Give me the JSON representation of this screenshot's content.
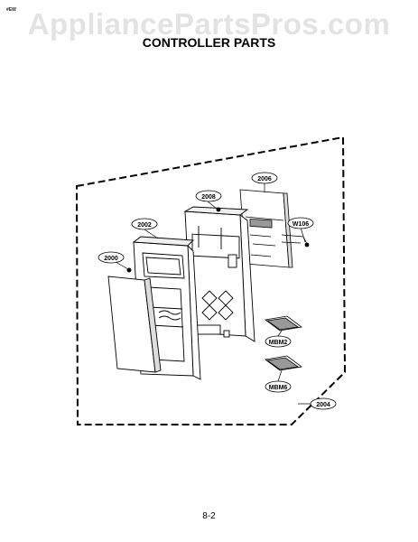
{
  "header": {
    "corner_mark": "#EW",
    "watermark": "AppliancePartsPros.com",
    "title": "CONTROLLER PARTS"
  },
  "callouts": {
    "c2000": "2000",
    "c2002": "2002",
    "c2008": "2008",
    "c2006": "2006",
    "w106": "W106",
    "mbm2": "MBM2",
    "mbm6": "MBM6",
    "c2004": "2004"
  },
  "footer": {
    "page_number": "8-2"
  }
}
